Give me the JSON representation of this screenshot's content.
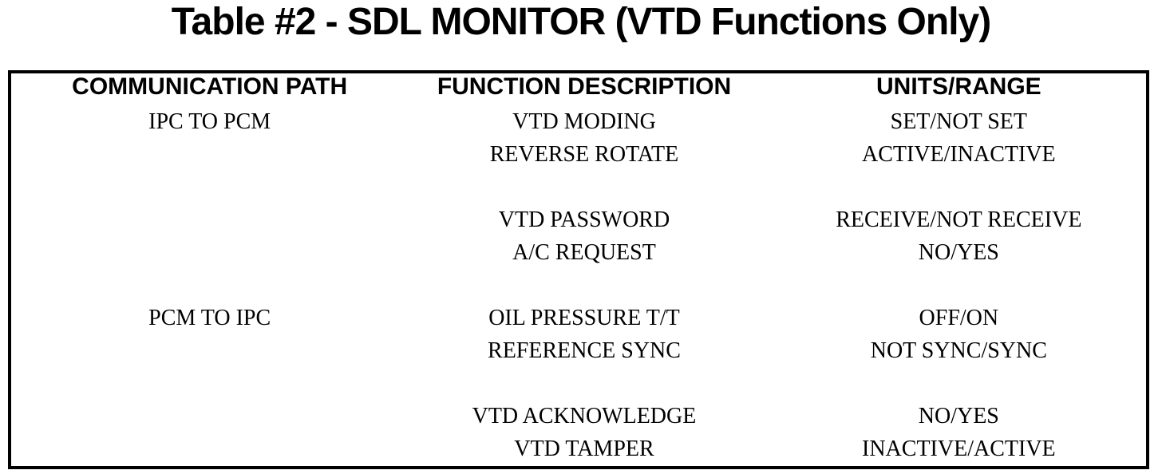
{
  "page": {
    "title": "Table #2 - SDL MONITOR (VTD Functions Only)"
  },
  "colors": {
    "ink": "#000000",
    "paper": "#ffffff"
  },
  "table": {
    "headers": {
      "communication_path": "COMMUNICATION PATH",
      "function_description": "FUNCTION DESCRIPTION",
      "units_range": "UNITS/RANGE"
    },
    "groups": [
      {
        "rows": [
          {
            "path": "IPC TO PCM",
            "function": "VTD MODING",
            "range": "SET/NOT SET"
          },
          {
            "path": "",
            "function": "REVERSE ROTATE",
            "range": "ACTIVE/INACTIVE"
          }
        ]
      },
      {
        "rows": [
          {
            "path": "",
            "function": "VTD PASSWORD",
            "range": "RECEIVE/NOT RECEIVE"
          },
          {
            "path": "",
            "function": "A/C REQUEST",
            "range": "NO/YES"
          }
        ]
      },
      {
        "rows": [
          {
            "path": "PCM TO IPC",
            "function": "OIL PRESSURE T/T",
            "range": "OFF/ON"
          },
          {
            "path": "",
            "function": "REFERENCE SYNC",
            "range": "NOT SYNC/SYNC"
          }
        ]
      },
      {
        "rows": [
          {
            "path": "",
            "function": "VTD ACKNOWLEDGE",
            "range": "NO/YES"
          },
          {
            "path": "",
            "function": "VTD TAMPER",
            "range": "INACTIVE/ACTIVE"
          }
        ]
      }
    ]
  }
}
